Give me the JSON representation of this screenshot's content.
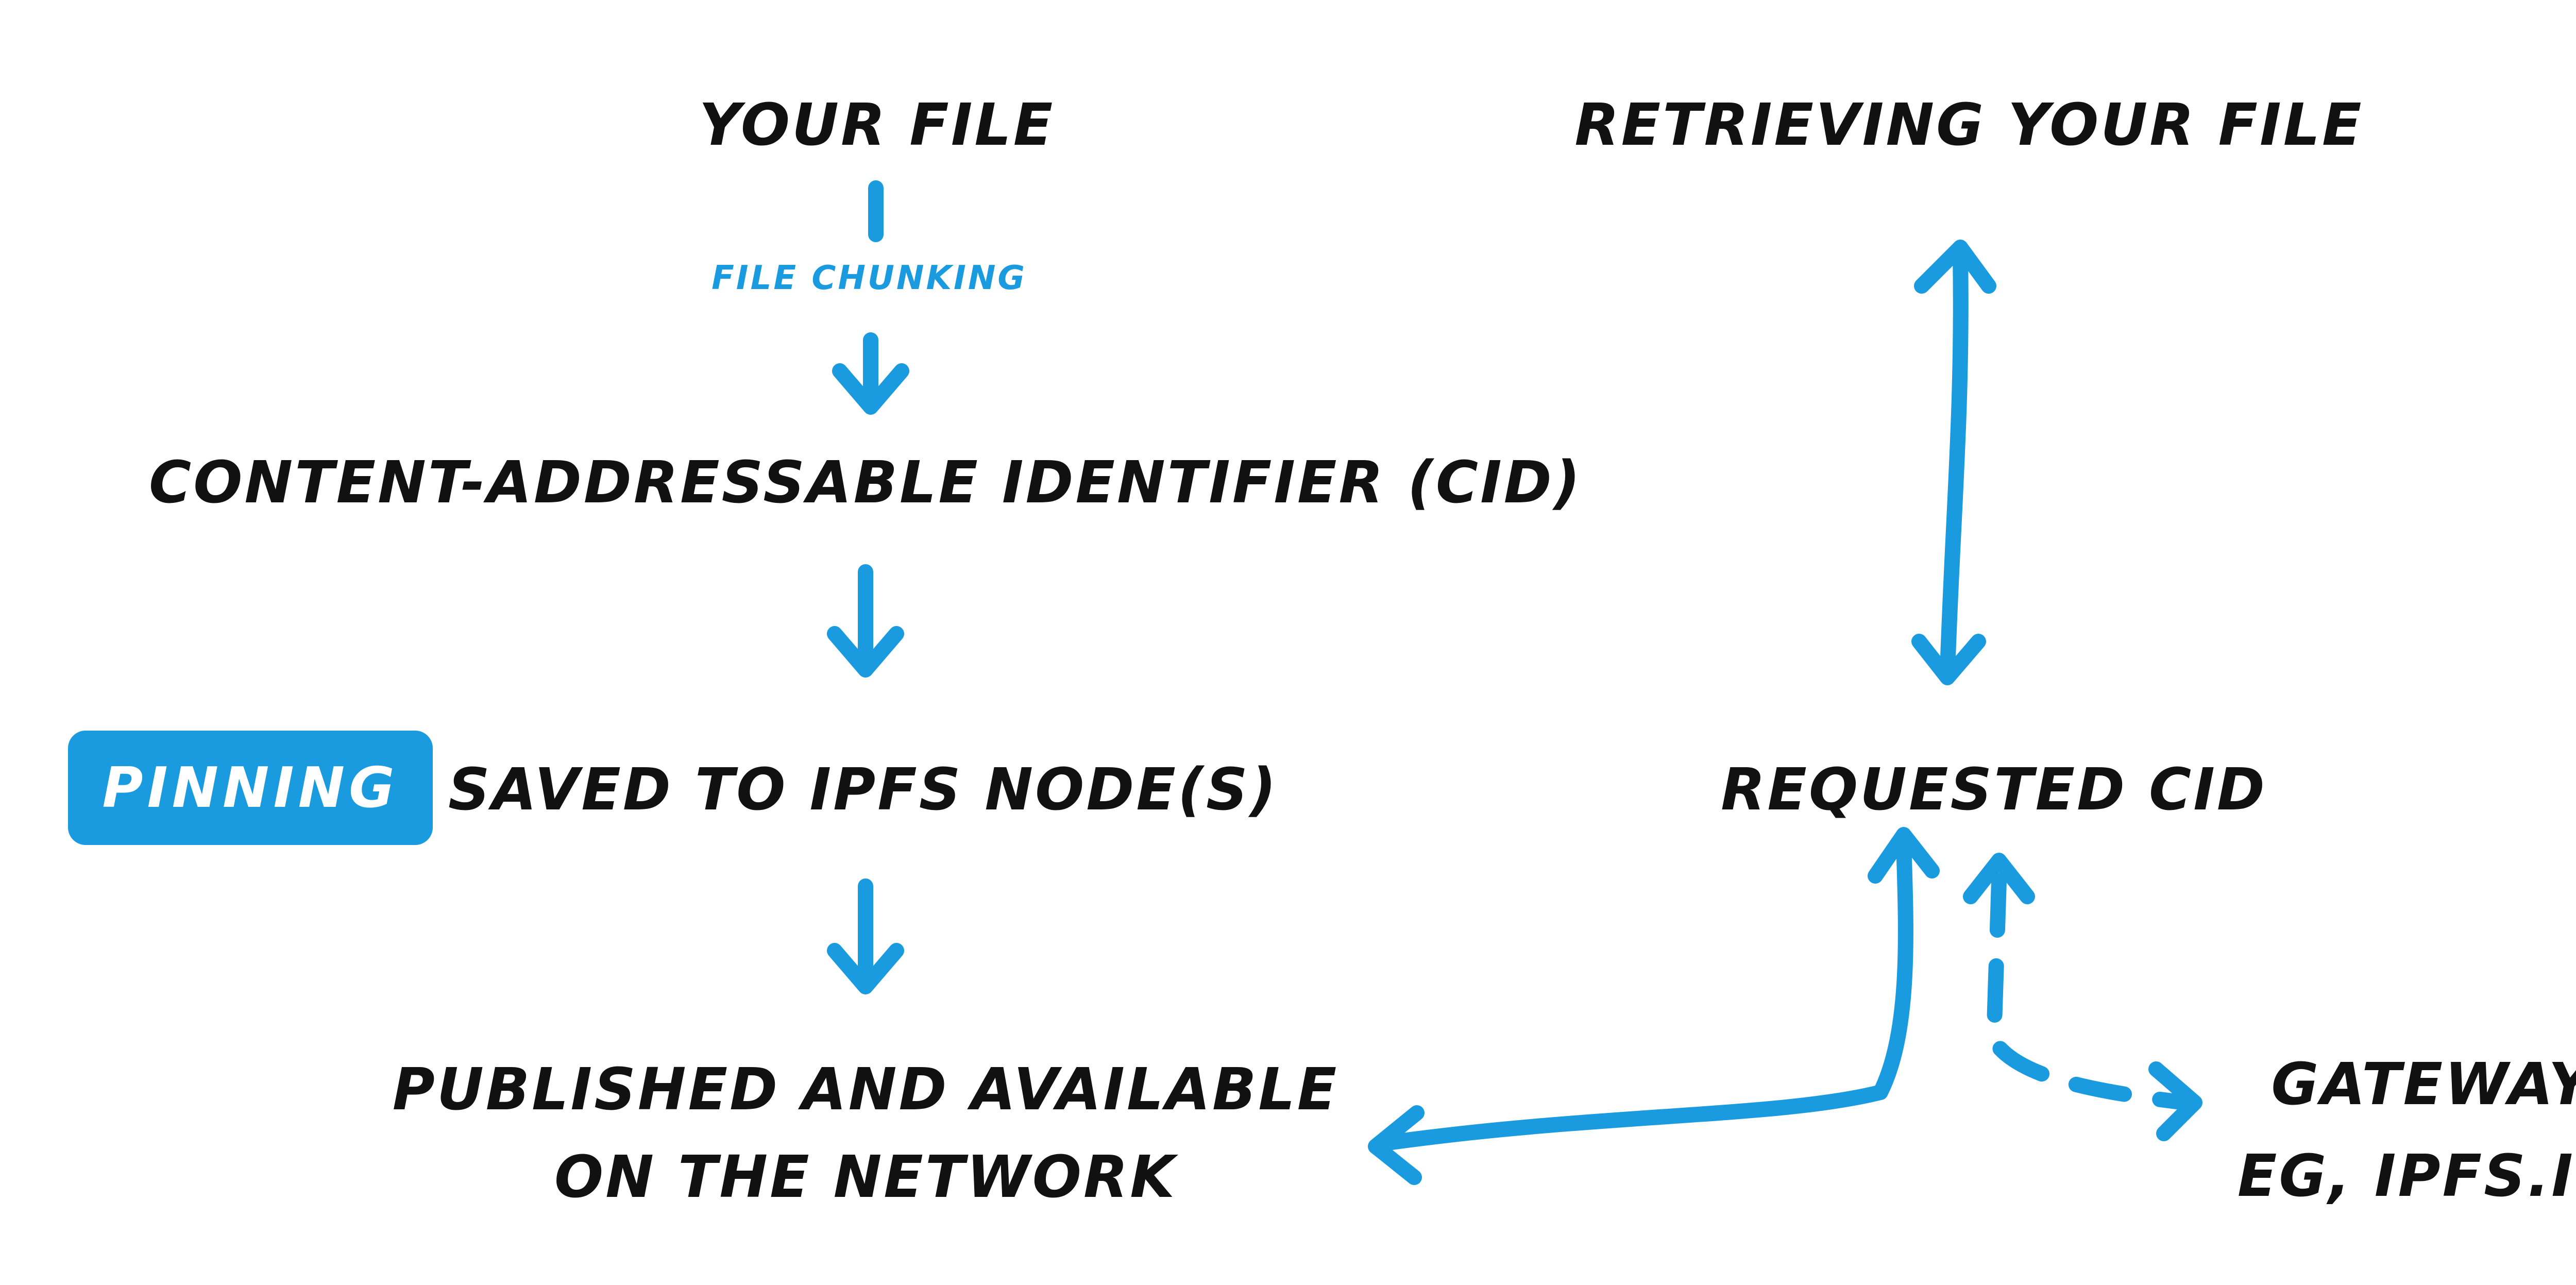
{
  "flow": {
    "your_file": "Your file",
    "file_chunking": "File chunking",
    "cid": "Content-addressable identifier (CID)",
    "saved": "Saved to IPFS node(s)",
    "published_line1": "Published and available",
    "published_line2": "on the network"
  },
  "badge": {
    "pinning": "pinning"
  },
  "retrieval": {
    "retrieving": "Retrieving your file",
    "requested_cid": "Requested CID",
    "gateway_line1": "Gateway",
    "gateway_line2": "eg, ipfs.io"
  },
  "colors": {
    "accent": "#1a9be0",
    "ink": "#111111",
    "background": "#ffffff"
  }
}
